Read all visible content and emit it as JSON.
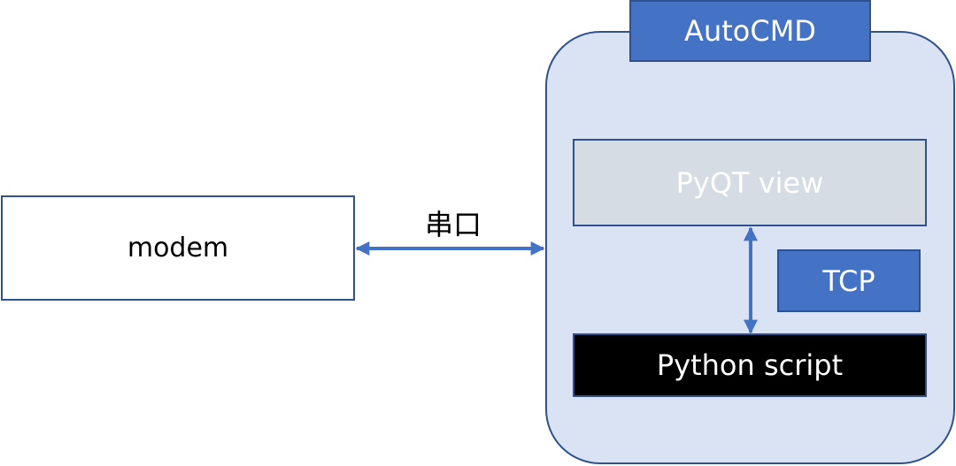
{
  "nodes": {
    "modem": "modem",
    "autocmd": "AutoCMD",
    "pyqt_view": "PyQT view",
    "tcp": "TCP",
    "python_script": "Python script"
  },
  "edges": {
    "serial_label": "串口"
  },
  "colors": {
    "border": "#2f528f",
    "accent_blue": "#4472c4",
    "container_fill": "#dae3f3",
    "pyqt_fill": "#d6dce4",
    "script_fill": "#000000"
  }
}
